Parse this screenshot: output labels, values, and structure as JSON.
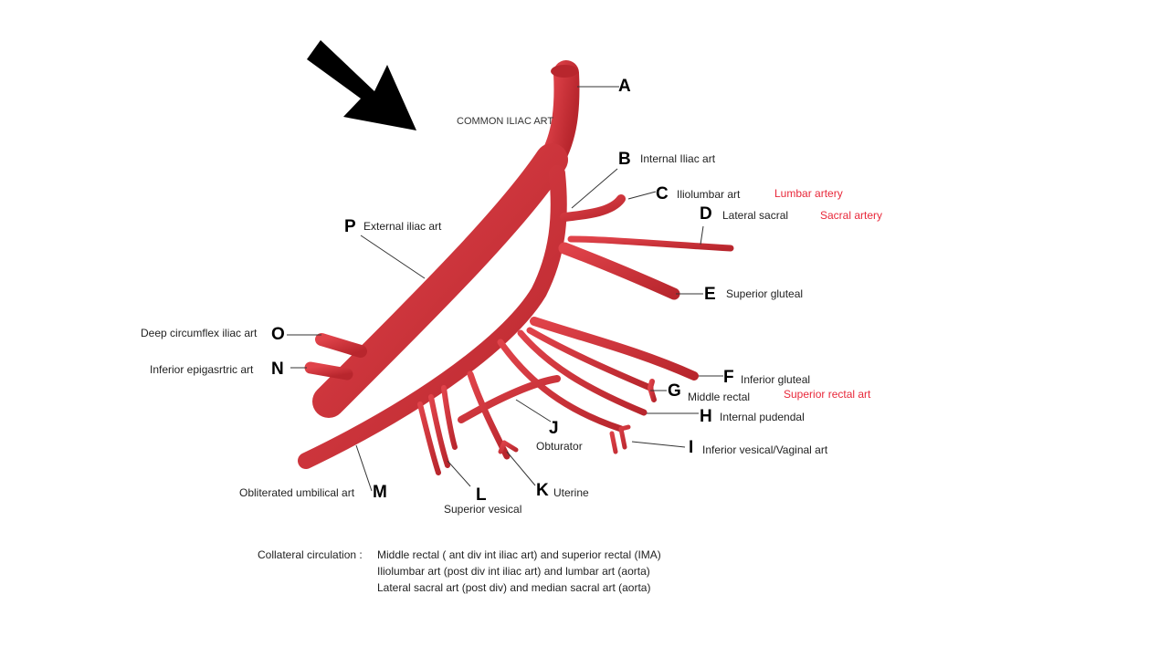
{
  "colors": {
    "artery": "#d7323a",
    "artery_shadow": "#b3232b",
    "highlight": "#e8283a",
    "arrow": "#000000",
    "leader": "#333333"
  },
  "icons": {
    "pointer": "arrow-icon"
  },
  "trunk": {
    "label": "COMMON ILIAC ART"
  },
  "labels": {
    "A": {
      "letter": "A",
      "text": ""
    },
    "B": {
      "letter": "B",
      "text": "Internal Iliac art"
    },
    "C": {
      "letter": "C",
      "text": "Iliolumbar art",
      "note": "Lumbar artery"
    },
    "D": {
      "letter": "D",
      "text": "Lateral sacral",
      "note": "Sacral artery"
    },
    "E": {
      "letter": "E",
      "text": "Superior gluteal"
    },
    "F": {
      "letter": "F",
      "text": "Inferior gluteal"
    },
    "G": {
      "letter": "G",
      "text": "Middle rectal",
      "note": "Superior rectal art"
    },
    "H": {
      "letter": "H",
      "text": "Internal pudendal"
    },
    "I": {
      "letter": "I",
      "text": "Inferior vesical/Vaginal art"
    },
    "J": {
      "letter": "J",
      "text": "Obturator"
    },
    "K": {
      "letter": "K",
      "text": "Uterine"
    },
    "L": {
      "letter": "L",
      "text": "Superior vesical"
    },
    "M": {
      "letter": "M",
      "text": "Obliterated umbilical art"
    },
    "N": {
      "letter": "N",
      "text": "Inferior epigasrtric art"
    },
    "O": {
      "letter": "O",
      "text": "Deep circumflex iliac  art"
    },
    "P": {
      "letter": "P",
      "text": "External iliac art"
    }
  },
  "collateral": {
    "heading": "Collateral circulation :",
    "items": [
      "Middle rectal ( ant div int     iliac art) and superior rectal (IMA)",
      "Iliolumbar art (post div int iliac art) and lumbar art (aorta)",
      "Lateral sacral art (post div) and median sacral art (aorta)"
    ]
  }
}
